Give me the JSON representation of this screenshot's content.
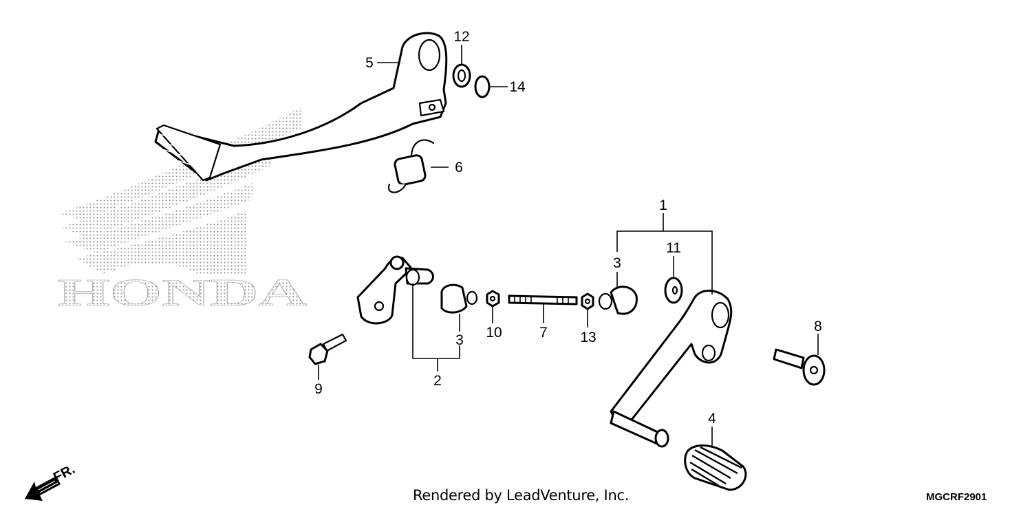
{
  "watermark": {
    "brand": "HONDA"
  },
  "callouts": [
    {
      "id": "c1",
      "label": "1"
    },
    {
      "id": "c2",
      "label": "2"
    },
    {
      "id": "c3a",
      "label": "3"
    },
    {
      "id": "c3b",
      "label": "3"
    },
    {
      "id": "c4",
      "label": "4"
    },
    {
      "id": "c5",
      "label": "5"
    },
    {
      "id": "c6",
      "label": "6"
    },
    {
      "id": "c7",
      "label": "7"
    },
    {
      "id": "c8",
      "label": "8"
    },
    {
      "id": "c9",
      "label": "9"
    },
    {
      "id": "c10",
      "label": "10"
    },
    {
      "id": "c11",
      "label": "11"
    },
    {
      "id": "c12",
      "label": "12"
    },
    {
      "id": "c13",
      "label": "13"
    },
    {
      "id": "c14",
      "label": "14"
    }
  ],
  "direction_marker": {
    "label": "FR."
  },
  "footer": {
    "credit": "Rendered by LeadVenture, Inc.",
    "diagram_code": "MGCRF2901"
  }
}
